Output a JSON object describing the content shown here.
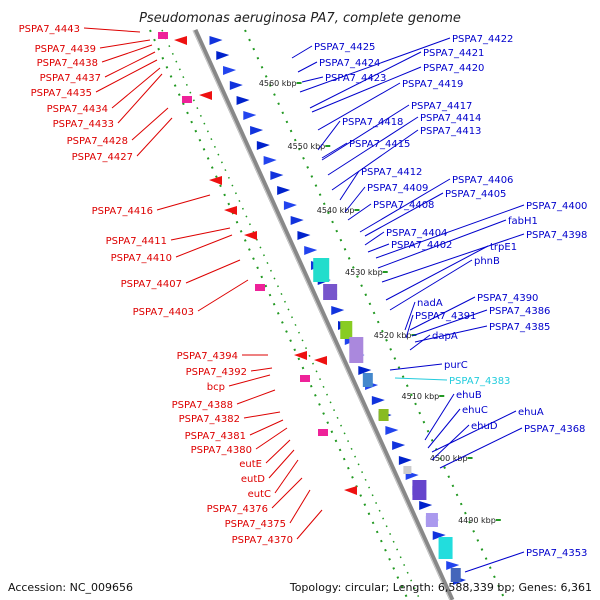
{
  "title": "Pseudomonas aeruginosa PA7, complete genome",
  "footer": {
    "accession": "Accession: NC_009656",
    "topology": "Topology: circular; Length: 6,588,339 bp; Genes: 6,361"
  },
  "colors": {
    "left_labels": "#dd0000",
    "right_labels": "#0000cc",
    "highlight": "#22ccdd",
    "backbone": "#888888",
    "ticks": "#229922"
  },
  "kbp_marks": [
    "4560 kbp",
    "4550 kbp",
    "4540 kbp",
    "4530 kbp",
    "4520 kbp",
    "4510 kbp",
    "4500 kbp",
    "4490 kbp"
  ],
  "left_labels": [
    "PSPA7_4443",
    "PSPA7_4439",
    "PSPA7_4438",
    "PSPA7_4437",
    "PSPA7_4435",
    "PSPA7_4434",
    "PSPA7_4433",
    "PSPA7_4428",
    "PSPA7_4427",
    "PSPA7_4416",
    "PSPA7_4411",
    "PSPA7_4410",
    "PSPA7_4407",
    "PSPA7_4403",
    "PSPA7_4394",
    "PSPA7_4392",
    "bcp",
    "PSPA7_4388",
    "PSPA7_4382",
    "PSPA7_4381",
    "PSPA7_4380",
    "eutE",
    "eutD",
    "eutC",
    "PSPA7_4376",
    "PSPA7_4375",
    "PSPA7_4370"
  ],
  "right_labels": [
    "PSPA7_4422",
    "PSPA7_4425",
    "PSPA7_4421",
    "PSPA7_4424",
    "PSPA7_4420",
    "PSPA7_4423",
    "PSPA7_4419",
    "PSPA7_4417",
    "PSPA7_4414",
    "PSPA7_4418",
    "PSPA7_4413",
    "PSPA7_4415",
    "PSPA7_4412",
    "PSPA7_4406",
    "PSPA7_4409",
    "PSPA7_4405",
    "PSPA7_4408",
    "PSPA7_4400",
    "fabH1",
    "PSPA7_4404",
    "PSPA7_4398",
    "PSPA7_4402",
    "trpE1",
    "phnB",
    "PSPA7_4390",
    "nadA",
    "PSPA7_4386",
    "PSPA7_4391",
    "PSPA7_4385",
    "dapA",
    "purC",
    "PSPA7_4383",
    "ehuB",
    "ehuC",
    "ehuA",
    "ehuD",
    "PSPA7_4368",
    "PSPA7_4353"
  ],
  "highlighted_label": "PSPA7_4383"
}
